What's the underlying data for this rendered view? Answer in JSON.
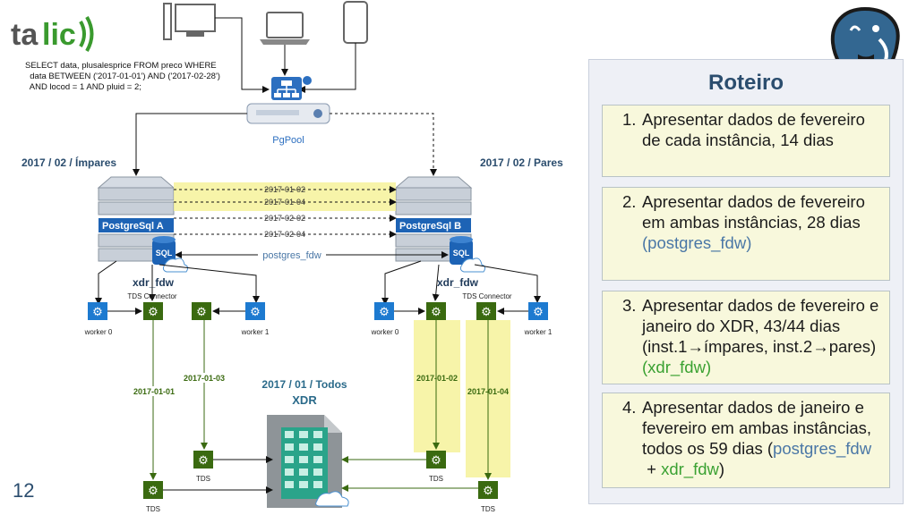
{
  "logo": {
    "text": "talic",
    "colors": {
      "green": "#3a9a2e",
      "dark": "#555555"
    }
  },
  "sql_query": "SELECT data, plusalesprice FROM preco WHERE\n  data BETWEEN ('2017-01-01') AND ('2017-02-28')\n  AND locod = 1 AND pluid = 2;",
  "slide_number": "12",
  "diagram": {
    "pgpool_label": "PgPool",
    "left_header": "2017 / 02 / Ímpares",
    "right_header": "2017 / 02 / Pares",
    "server_a": "PostgreSql A",
    "server_b": "PostgreSql B",
    "sql_label_a": "SQL",
    "sql_label_b": "SQL",
    "dates_yellow": [
      "2017-01-02",
      "2017-01-04"
    ],
    "dates_plain": [
      "2017-02-02",
      "2017-02-04"
    ],
    "postgres_fdw": "postgres_fdw",
    "xdr_fdw_a": "xdr_fdw",
    "xdr_fdw_b": "xdr_fdw",
    "tds_connector_a": "TDS Connector",
    "tds_connector_b": "TDS Connector",
    "worker0_a": "worker 0",
    "worker1_a": "worker 1",
    "worker0_b": "worker 0",
    "worker1_b": "worker 1",
    "date_01_01": "2017-01-01",
    "date_01_03": "2017-01-03",
    "date_01_02": "2017-01-02",
    "date_01_04": "2017-01-04",
    "xdr_title": "2017 / 01 / Todos",
    "xdr_label": "XDR",
    "tds": [
      "TDS",
      "TDS",
      "TDS",
      "TDS"
    ]
  },
  "panel": {
    "title": "Roteiro",
    "items": [
      {
        "num": "1.",
        "text": "Apresentar dados de fevereiro de cada instância, 14 dias"
      },
      {
        "num": "2.",
        "text": "Apresentar dados de fevereiro em ambas instâncias, 28 dias",
        "blue": "(postgres_fdw)"
      },
      {
        "num": "3.",
        "text": "Apresentar dados de fevereiro e janeiro do XDR, 43/44 dias (inst.1→ímpares, inst.2→pares)",
        "green": "(xdr_fdw)"
      },
      {
        "num": "4.",
        "text": "Apresentar dados de janeiro e fevereiro em ambas instâncias, todos os 59 dias",
        "paren_open": "(",
        "blue": "postgres_fdw",
        "plus": " + ",
        "green": "xdr_fdw",
        "paren_close": ")"
      }
    ]
  }
}
